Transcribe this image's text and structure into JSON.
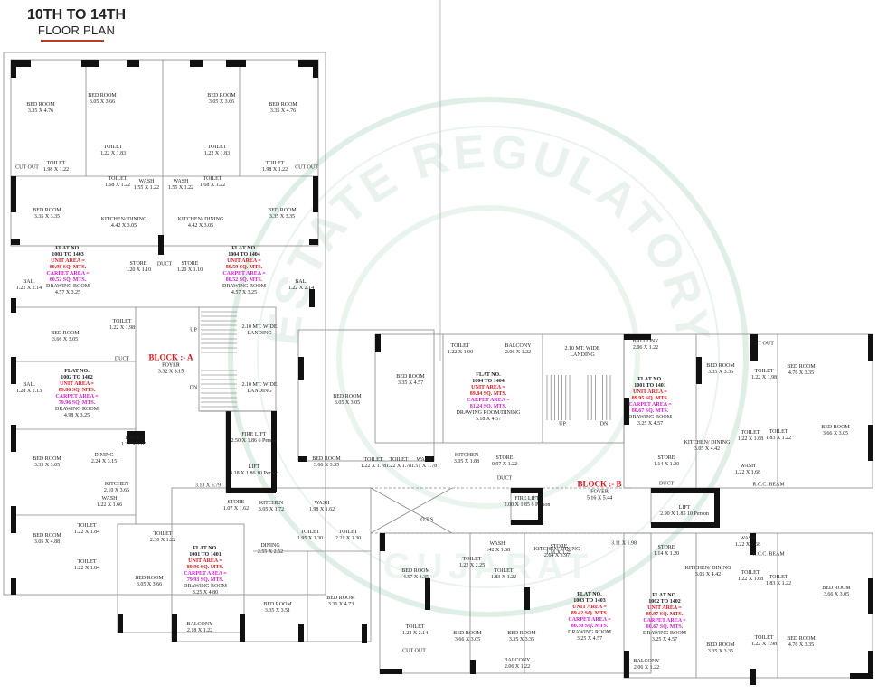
{
  "title": {
    "line1": "10TH TO 14TH",
    "line2": "FLOOR PLAN"
  },
  "watermark": {
    "text": "ESTATE REGULATORY",
    "text2": "GUJARAT",
    "color": "#8fc9a8"
  },
  "colors": {
    "wall": "#111111",
    "unit_area": "#e0161b",
    "carpet_area": "#d81bd8",
    "block_name": "#e0161b"
  },
  "flats": [
    {
      "id": "f1003-1403",
      "no": "FLAT NO.",
      "range": "1003 TO 1403",
      "unit_label": "UNIT AREA =",
      "unit": "89.98 SQ. MTS.",
      "carpet_label": "CARPET AREA =",
      "carpet": "80.52 SQ. MTS.",
      "room": "DRAWING ROOM",
      "room_size": "4.57 X 3.25"
    },
    {
      "id": "f1004-1404-a",
      "no": "FLAT NO.",
      "range": "1004 TO 1404",
      "unit_label": "UNIT AREA =",
      "unit": "89.59 SQ. MTS.",
      "carpet_label": "CARPET AREA =",
      "carpet": "80.52 SQ. MTS.",
      "room": "DRAWING ROOM",
      "room_size": "4.57 X 3.25"
    },
    {
      "id": "f1002-1402-a",
      "no": "FLAT NO.",
      "range": "1002 TO 1402",
      "unit_label": "UNIT AREA =",
      "unit": "89.86 SQ. MTS.",
      "carpet_label": "CARPET AREA =",
      "carpet": "79.96 SQ. MTS.",
      "room": "DRAWING ROOM",
      "room_size": "4.98 X 3.25"
    },
    {
      "id": "f1001-1401-a",
      "no": "FLAT NO.",
      "range": "1001 TO 1401",
      "unit_label": "UNIT AREA =",
      "unit": "89.96 SQ. MTS.",
      "carpet_label": "CARPET AREA =",
      "carpet": "79.93 SQ. MTS.",
      "room": "DRAWING ROOM",
      "room_size": "3.25 X 4.80"
    },
    {
      "id": "f1004-1404-b",
      "no": "FLAT NO.",
      "range": "1004 TO 1404",
      "unit_label": "UNIT AREA =",
      "unit": "89.84 SQ. MTS.",
      "carpet_label": "CARPET AREA =",
      "carpet": "81.24 SQ. MTS.",
      "room": "DRAWING ROOM/DINING",
      "room_size": "5.18 X 4.57"
    },
    {
      "id": "f1001-1401-b",
      "no": "FLAT NO.",
      "range": "1001 TO 1401",
      "unit_label": "UNIT AREA =",
      "unit": "89.95 SQ. MTS.",
      "carpet_label": "CARPET AREA =",
      "carpet": "80.67 SQ. MTS.",
      "room": "DRAWING ROOM",
      "room_size": "3.25 X 4.57"
    },
    {
      "id": "f1003-1403-b",
      "no": "FLAT NO.",
      "range": "1003 TO 1403",
      "unit_label": "UNIT AREA =",
      "unit": "89.42 SQ. MTS.",
      "carpet_label": "CARPET AREA =",
      "carpet": "80.30 SQ. MTS.",
      "room": "DRAWING ROOM",
      "room_size": "3.25 X 4.57"
    },
    {
      "id": "f1002-1402-b",
      "no": "FLAT NO.",
      "range": "1002 TO 1402",
      "unit_label": "UNIT AREA =",
      "unit": "89.97 SQ. MTS.",
      "carpet_label": "CARPET AREA =",
      "carpet": "80.67 SQ. MTS.",
      "room": "DRAWING ROOM",
      "room_size": "3.25 X 4.57"
    }
  ],
  "blocks": [
    {
      "id": "block-a",
      "name": "BLOCK :- A",
      "room": "FOYER",
      "size": "3.32 X 8.15"
    },
    {
      "id": "block-b",
      "name": "BLOCK :- B",
      "room": "FOYER",
      "size": "5.16 X 5.44"
    }
  ],
  "rooms": [
    {
      "t": "BED ROOM",
      "s": "3.35 X 4.76"
    },
    {
      "t": "BED ROOM",
      "s": "3.05 X 3.66"
    },
    {
      "t": "BED ROOM",
      "s": "3.05 X 3.66"
    },
    {
      "t": "BED ROOM",
      "s": "3.35 X 4.76"
    },
    {
      "t": "TOILET",
      "s": "1.22 X 1.83"
    },
    {
      "t": "TOILET",
      "s": "1.22 X 1.83"
    },
    {
      "t": "TOILET",
      "s": "1.98 X 1.22"
    },
    {
      "t": "TOILET",
      "s": "1.98 X 1.22"
    },
    {
      "t": "TOILET",
      "s": "1.68 X 1.22"
    },
    {
      "t": "TOILET",
      "s": "1.68 X 1.22"
    },
    {
      "t": "WASH",
      "s": "1.55 X 1.22"
    },
    {
      "t": "WASH",
      "s": "1.55 X 1.22"
    },
    {
      "t": "BED ROOM",
      "s": "3.35 X 3.35"
    },
    {
      "t": "KITCHEN/ DINING",
      "s": "4.42 X 3.05"
    },
    {
      "t": "KITCHEN/ DINING",
      "s": "4.42 X 3.05"
    },
    {
      "t": "BED ROOM",
      "s": "3.35 X 3.35"
    },
    {
      "t": "STORE",
      "s": "1.20 X 1.10"
    },
    {
      "t": "STORE",
      "s": "1.20 X 1.10"
    },
    {
      "t": "DUCT",
      "s": ""
    },
    {
      "t": "BAL.",
      "s": "1.22 X 2.14"
    },
    {
      "t": "BAL.",
      "s": "1.22 X 2.14"
    },
    {
      "t": "TOILET",
      "s": "1.22 X 1.98"
    },
    {
      "t": "BED ROOM",
      "s": "3.66 X 3.05"
    },
    {
      "t": "DUCT",
      "s": ""
    },
    {
      "t": "BAL.",
      "s": "1.28 X 2.13"
    },
    {
      "t": "BED ROOM",
      "s": "3.35 X 3.05"
    },
    {
      "t": "TOILET",
      "s": "1.22 X 1.05"
    },
    {
      "t": "DINING",
      "s": "2.24 X 3.15"
    },
    {
      "t": "KITCHEN",
      "s": "2.10 X 3.66"
    },
    {
      "t": "WASH",
      "s": "1.22 X 1.66"
    },
    {
      "t": "BED ROOM",
      "s": "3.05 X 4.88"
    },
    {
      "t": "TOILET",
      "s": "1.22 X 1.84"
    },
    {
      "t": "TOILET",
      "s": "1.22 X 1.84"
    },
    {
      "t": "TOILET",
      "s": "2.30 X 1.22"
    },
    {
      "t": "BED ROOM",
      "s": "3.05 X 3.66"
    },
    {
      "t": "",
      "s": "3.13 X 5.79"
    },
    {
      "t": "FIRE LIFT",
      "s": "2.50 X 1.86 6 Person"
    },
    {
      "t": "LIFT",
      "s": "3.18 X 1.86 10 Person"
    },
    {
      "t": "STORE",
      "s": "1.07 X 1.62"
    },
    {
      "t": "KITCHEN",
      "s": "3.05 X 1.72"
    },
    {
      "t": "DINING",
      "s": "2.55 X 2.52"
    },
    {
      "t": "BED ROOM",
      "s": "3.35 X 3.51"
    },
    {
      "t": "BED ROOM",
      "s": "3.36 X 4.73"
    },
    {
      "t": "BALCONY",
      "s": "2.18 X 1.22"
    },
    {
      "t": "BED ROOM",
      "s": "3.66 X 3.35"
    },
    {
      "t": "TOILET",
      "s": "1.22 X 1.78"
    },
    {
      "t": "TOILET",
      "s": "1.22 X 1.78"
    },
    {
      "t": "WASH",
      "s": "1.51 X 1.78"
    },
    {
      "t": "WASH",
      "s": "1.98 X 1.62"
    },
    {
      "t": "TOILET",
      "s": "1.95 X 1.30"
    },
    {
      "t": "TOILET",
      "s": "2.21 X 1.30"
    },
    {
      "t": "O.T.S.",
      "s": ""
    },
    {
      "t": "BED ROOM",
      "s": "3.05 X 3.05"
    },
    {
      "t": "BED ROOM",
      "s": "3.35 X 4.57"
    },
    {
      "t": "TOILET",
      "s": "1.22 X 1.90"
    },
    {
      "t": "BALCONY",
      "s": "2.06 X 1.22"
    },
    {
      "t": "KITCHEN",
      "s": "3.05 X 1.88"
    },
    {
      "t": "STORE",
      "s": "0.97 X 1.22"
    },
    {
      "t": "DUCT",
      "s": ""
    },
    {
      "t": "WASH",
      "s": "1.42 X 1.68"
    },
    {
      "t": "TOILET",
      "s": "1.22 X 2.25"
    },
    {
      "t": "TOILET",
      "s": "1.83 X 1.22"
    },
    {
      "t": "BED ROOM",
      "s": "4.57 X 3.35"
    },
    {
      "t": "FIRE LIFT",
      "s": "2.00 X 1.85 6 Person"
    },
    {
      "t": "KITCHEN/ DINING",
      "s": "2.64 X 3.97"
    },
    {
      "t": "STORE",
      "s": "1.16 X 1.75"
    },
    {
      "t": "",
      "s": "3.11 X 1.98"
    },
    {
      "t": "TOILET",
      "s": "1.22 X 2.14"
    },
    {
      "t": "BED ROOM",
      "s": "3.66 X 3.05"
    },
    {
      "t": "BED ROOM",
      "s": "3.35 X 3.35"
    },
    {
      "t": "BALCONY",
      "s": "2.06 X 1.22"
    },
    {
      "t": "BALCONY",
      "s": "2.06 X 1.22"
    },
    {
      "t": "BALCONY",
      "s": "2.06 X 1.22"
    },
    {
      "t": "BED ROOM",
      "s": "3.35 X 3.35"
    },
    {
      "t": "TOILET",
      "s": "1.22 X 1.98"
    },
    {
      "t": "BED ROOM",
      "s": "4.76 X 3.35"
    },
    {
      "t": "BED ROOM",
      "s": "3.66 X 3.05"
    },
    {
      "t": "TOILET",
      "s": "1.83 X 1.22"
    },
    {
      "t": "TOILET",
      "s": "1.22 X 1.68"
    },
    {
      "t": "KITCHEN/ DINING",
      "s": "3.05 X 4.42"
    },
    {
      "t": "STORE",
      "s": "1.14 X 1.20"
    },
    {
      "t": "WASH",
      "s": "1.22 X 1.68"
    },
    {
      "t": "R.C.C. BEAM",
      "s": ""
    },
    {
      "t": "LIFT",
      "s": "2.90 X 1.85 10 Person"
    },
    {
      "t": "DUCT",
      "s": ""
    },
    {
      "t": "STORE",
      "s": "1.14 X 1.20"
    },
    {
      "t": "KITCHEN/ DINING",
      "s": "3.05 X 4.42"
    },
    {
      "t": "WASH",
      "s": "1.22 X 1.68"
    },
    {
      "t": "R.C.C. BEAM",
      "s": ""
    },
    {
      "t": "TOILET",
      "s": "1.22 X 1.68"
    },
    {
      "t": "TOILET",
      "s": "1.83 X 1.22"
    },
    {
      "t": "BED ROOM",
      "s": "3.66 X 3.05"
    },
    {
      "t": "BED ROOM",
      "s": "3.35 X 3.35"
    },
    {
      "t": "TOILET",
      "s": "1.22 X 1.98"
    },
    {
      "t": "BED ROOM",
      "s": "4.76 X 3.35"
    },
    {
      "t": "CUT OUT",
      "s": ""
    },
    {
      "t": "CUT OUT",
      "s": ""
    },
    {
      "t": "CUT OUT",
      "s": ""
    },
    {
      "t": "CUT OUT",
      "s": ""
    }
  ],
  "landings": [
    {
      "t": "2.10 MT. WIDE",
      "s": "LANDING"
    },
    {
      "t": "2.10 MT. WIDE",
      "s": "LANDING"
    },
    {
      "t": "2.10 MT. WIDE",
      "s": "LANDING"
    }
  ],
  "stairs": [
    {
      "t": "UP"
    },
    {
      "t": "DN"
    },
    {
      "t": "UP"
    },
    {
      "t": "DN"
    }
  ]
}
